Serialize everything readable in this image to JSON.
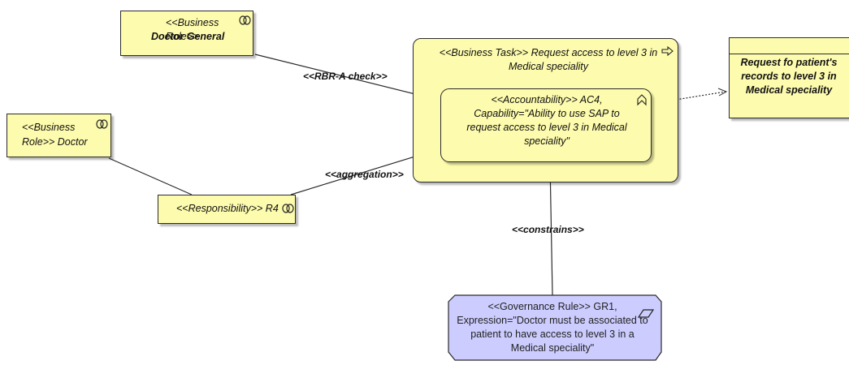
{
  "nodes": {
    "doctor_general": {
      "stereotype": "<<Business Role>>",
      "name": "Doctor General"
    },
    "doctor": {
      "text": "<<Business\nRole>> Doctor"
    },
    "responsibility": {
      "text": "<<Responsibility>> R4"
    },
    "business_task": {
      "text": "<<Business Task>> Request access to level 3 in\nMedical speciality"
    },
    "accountability": {
      "text": "<<Accountability>> AC4,\nCapability=\"Ability to use SAP to\nrequest access to level 3 in Medical\nspeciality\""
    },
    "request_note": {
      "text": "Request fo patient's\nrecords to level 3 in\nMedical speciality"
    },
    "governance_rule": {
      "text": "<<Governance Rule>> GR1,\nExpression=\"Doctor must be associated to\npatient to have access to level 3 in a\nMedical speciality\""
    }
  },
  "edges": {
    "rbr_check": "<<RBR-A check>>",
    "aggregation": "<<aggregation>>",
    "constrains": "<<constrains>>"
  },
  "colors": {
    "yellow_fill": "#fdfbad",
    "governance_fill": "#ccccff",
    "stroke": "#2b2b2b"
  },
  "icons": {
    "business_role": "role-icon",
    "responsibility": "role-icon",
    "business_task": "process-arrow-icon",
    "accountability": "chevron-up-icon",
    "governance_rule": "parallelogram-icon"
  }
}
